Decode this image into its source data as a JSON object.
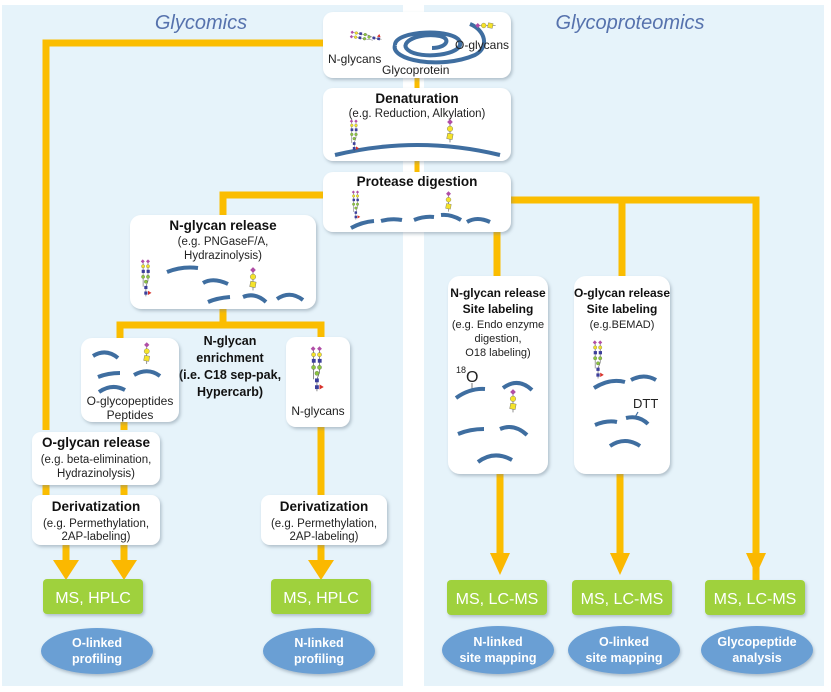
{
  "diagram": {
    "panels": [
      {
        "id": "glycomics",
        "title": "Glycomics"
      },
      {
        "id": "glycoproteomics",
        "title": "Glycoproteomics"
      }
    ],
    "colors": {
      "panel_bg": "#e6f3fa",
      "connector": "#fbbd00",
      "instrument_box": "#9fd13c",
      "outcome_oval": "#6a9fd4",
      "peptide": "#3f6ea0",
      "title_text": "#5672ad"
    },
    "glycoprotein": {
      "n_glycans": "N-glycans",
      "o_glycans": "O-glycans",
      "protein": "Glycoprotein"
    },
    "denaturation": {
      "title": "Denaturation",
      "detail": "(e.g. Reduction, Alkylation)"
    },
    "protease": {
      "title": "Protease digestion"
    },
    "n_release": {
      "title": "N-glycan release",
      "detail_1": "(e.g. PNGaseF/A,",
      "detail_2": "Hydrazinolysis)"
    },
    "enrichment": {
      "line_1": "N-glycan",
      "line_2": "enrichment",
      "line_3": "(i.e. C18 sep-pak,",
      "line_4": "Hypercarb)"
    },
    "o_glycopeptides": {
      "line_1": "O-glycopeptides",
      "line_2": "Peptides"
    },
    "n_glycans_box": {
      "label": "N-glycans"
    },
    "o_release": {
      "title": "O-glycan release",
      "detail_1": "(e.g. beta-elimination,",
      "detail_2": "Hydrazinolysis)"
    },
    "deriv_left": {
      "title": "Derivatization",
      "detail_1": "(e.g. Permethylation,",
      "detail_2": "2AP-labeling)"
    },
    "deriv_right": {
      "title": "Derivatization",
      "detail_1": "(e.g. Permethylation,",
      "detail_2": "2AP-labeling)"
    },
    "n_site": {
      "title_1": "N-glycan release",
      "title_2": "Site labeling",
      "detail_1": "(e.g. Endo enzyme",
      "detail_2": "digestion,",
      "detail_3": "O18 labeling)",
      "isotope_mass": "18",
      "isotope_symbol": "O"
    },
    "o_site": {
      "title_1": "O-glycan release",
      "title_2": "Site labeling",
      "detail_1": "(e.g.BEMAD)",
      "reagent": "DTT"
    },
    "instruments": [
      {
        "label": "MS, HPLC"
      },
      {
        "label": "MS, HPLC"
      },
      {
        "label": "MS, LC-MS"
      },
      {
        "label": "MS, LC-MS"
      },
      {
        "label": "MS, LC-MS"
      }
    ],
    "outcomes": [
      {
        "line_1": "O-linked",
        "line_2": "profiling"
      },
      {
        "line_1": "N-linked",
        "line_2": "profiling"
      },
      {
        "line_1": "N-linked",
        "line_2": "site mapping"
      },
      {
        "line_1": "O-linked",
        "line_2": "site mapping"
      },
      {
        "line_1": "Glycopeptide",
        "line_2": "analysis"
      }
    ]
  }
}
